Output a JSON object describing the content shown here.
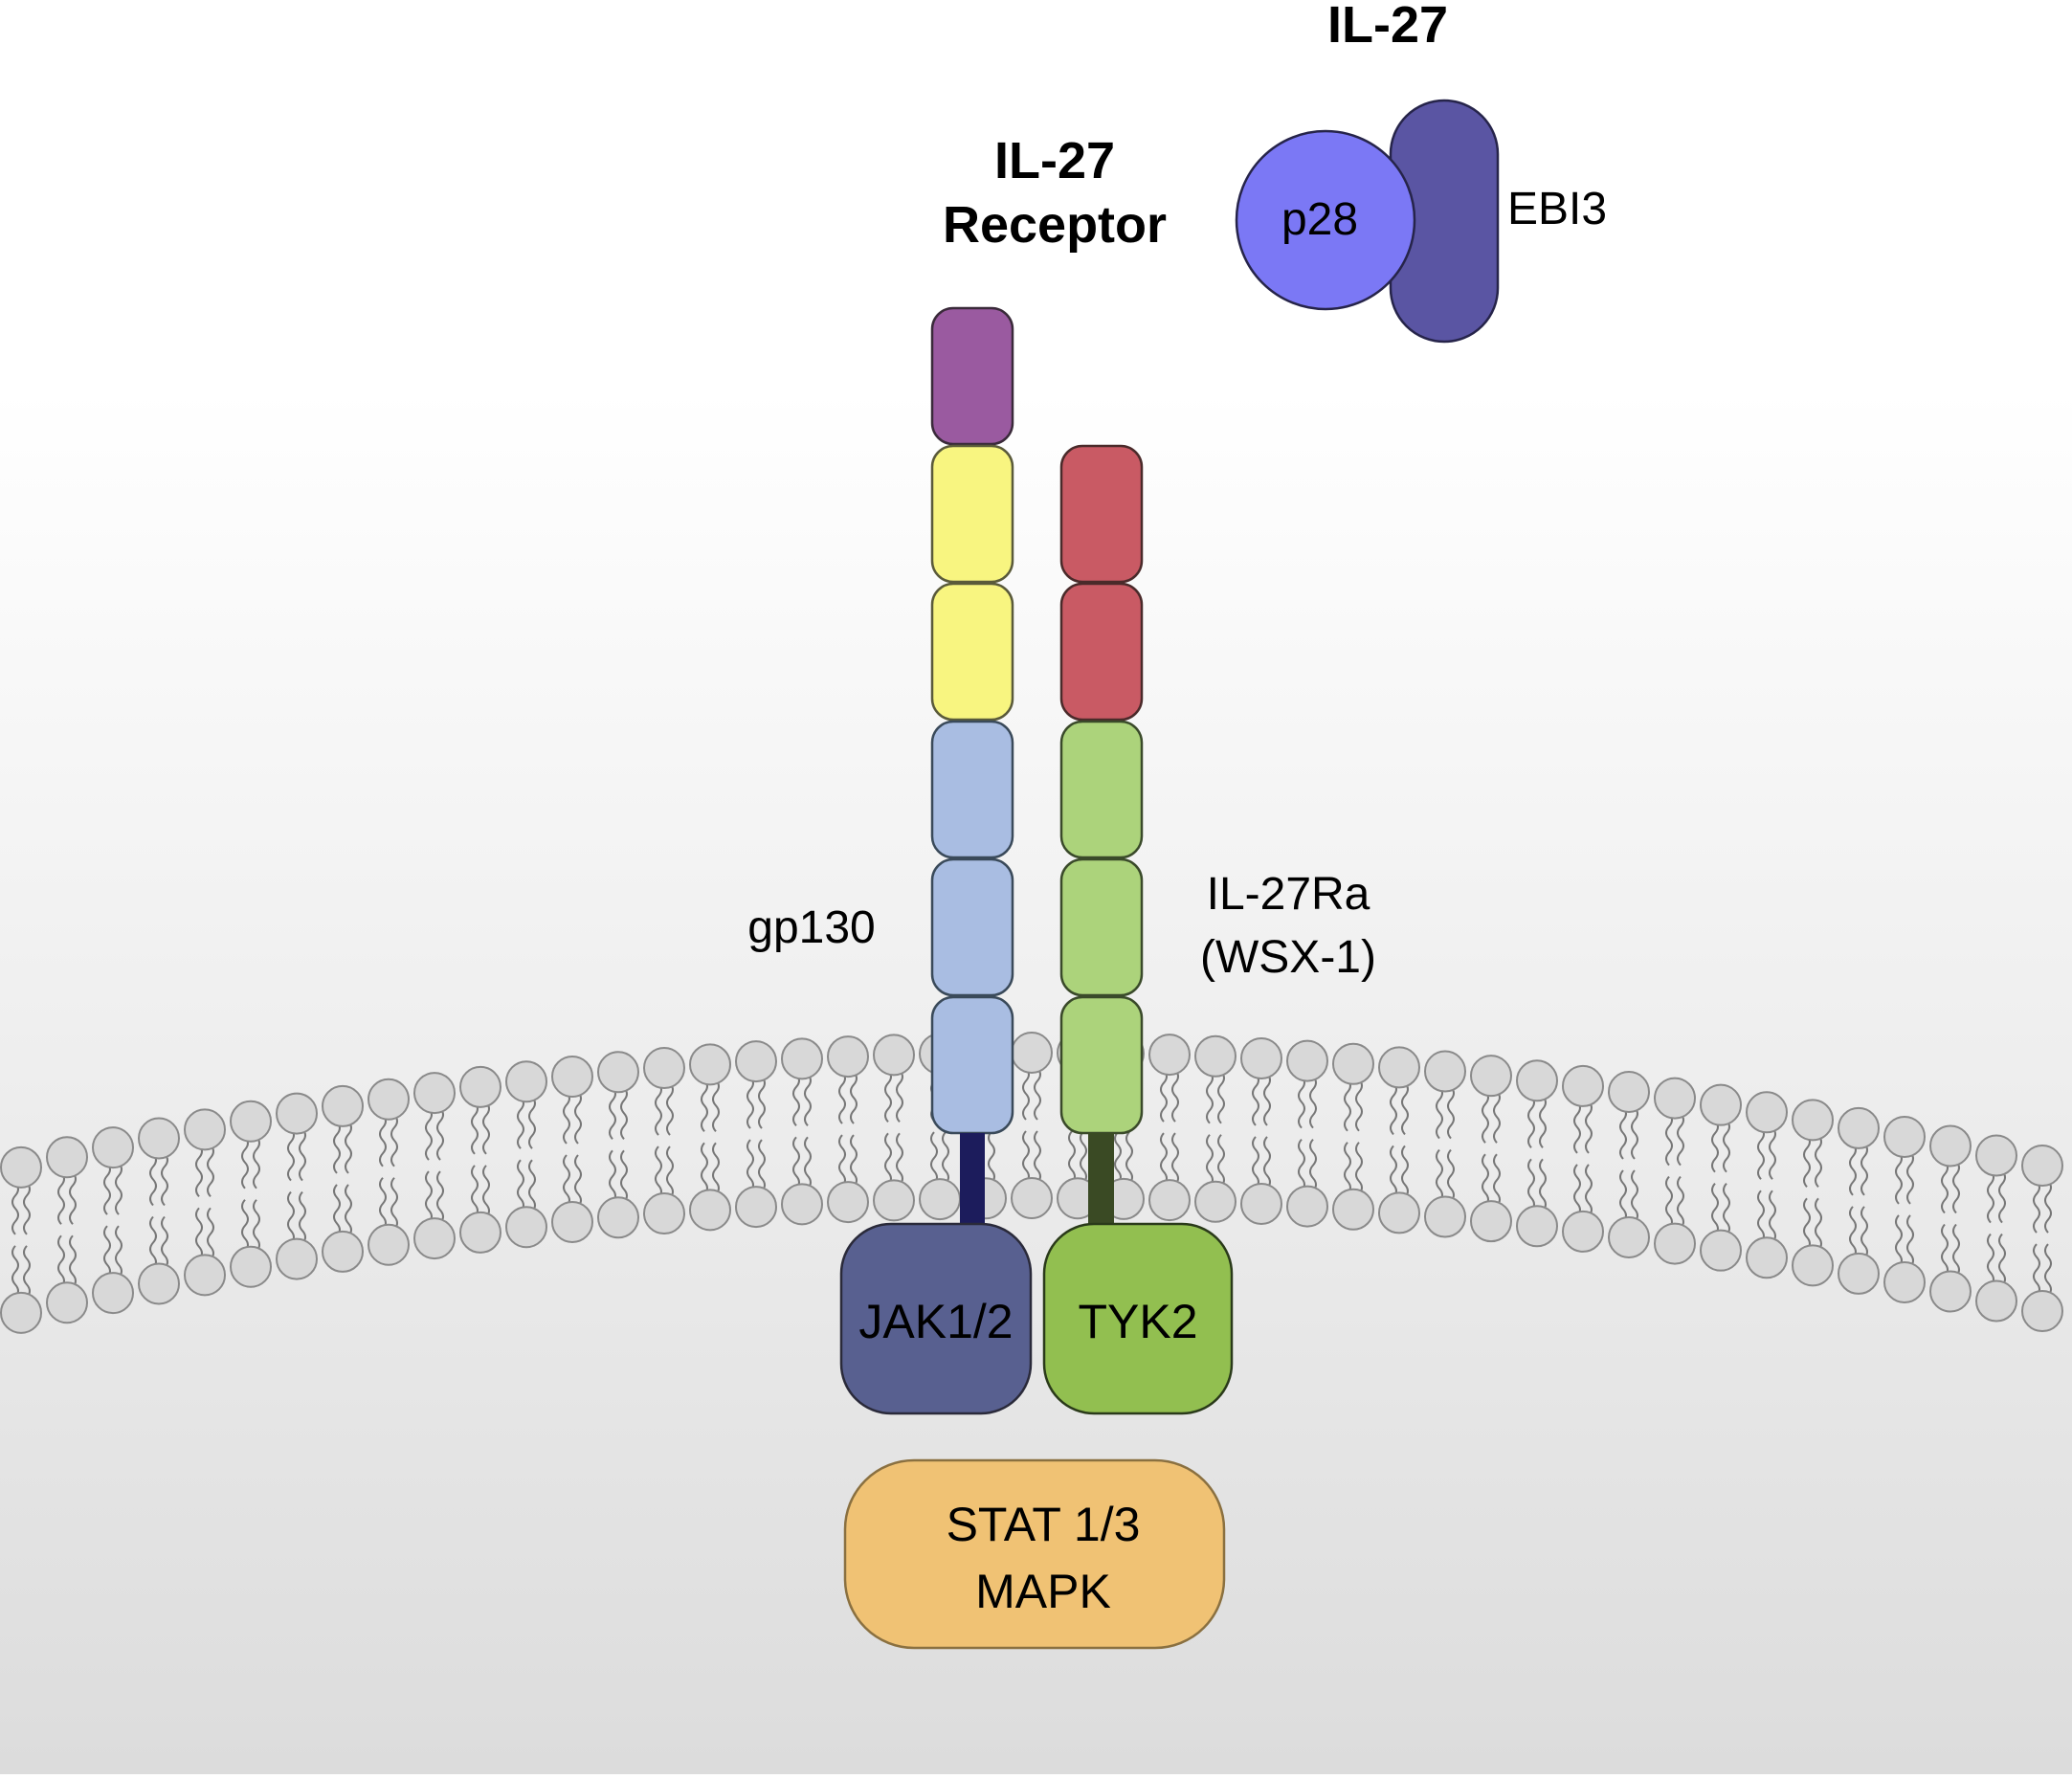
{
  "ligand": {
    "title": "IL-27",
    "subunit_a": "p28",
    "subunit_b": "EBI3"
  },
  "receptor": {
    "title_line1": "IL-27",
    "title_line2": "Receptor",
    "chain_a_label": "gp130",
    "chain_b_label_line1": "IL-27Ra",
    "chain_b_label_line2": "(WSX-1)"
  },
  "kinases": {
    "left": "JAK1/2",
    "right": "TYK2"
  },
  "signaling": {
    "line1": "STAT 1/3",
    "line2": "MAPK"
  },
  "colors": {
    "p28": "#7b78f5",
    "ebi3": "#5a55a3",
    "gp130_top": "#9a5aa0",
    "gp130_mid": "#f8f580",
    "gp130_low": "#a9bde2",
    "il27ra_top": "#c95a64",
    "il27ra_low": "#acd37b",
    "jak": "#586090",
    "jak_stalk": "#1c1c5c",
    "tyk2": "#92bf50",
    "tyk2_stalk": "#3a4a24",
    "stat": "#f0c274",
    "lipid_head": "#d8d8d8"
  }
}
